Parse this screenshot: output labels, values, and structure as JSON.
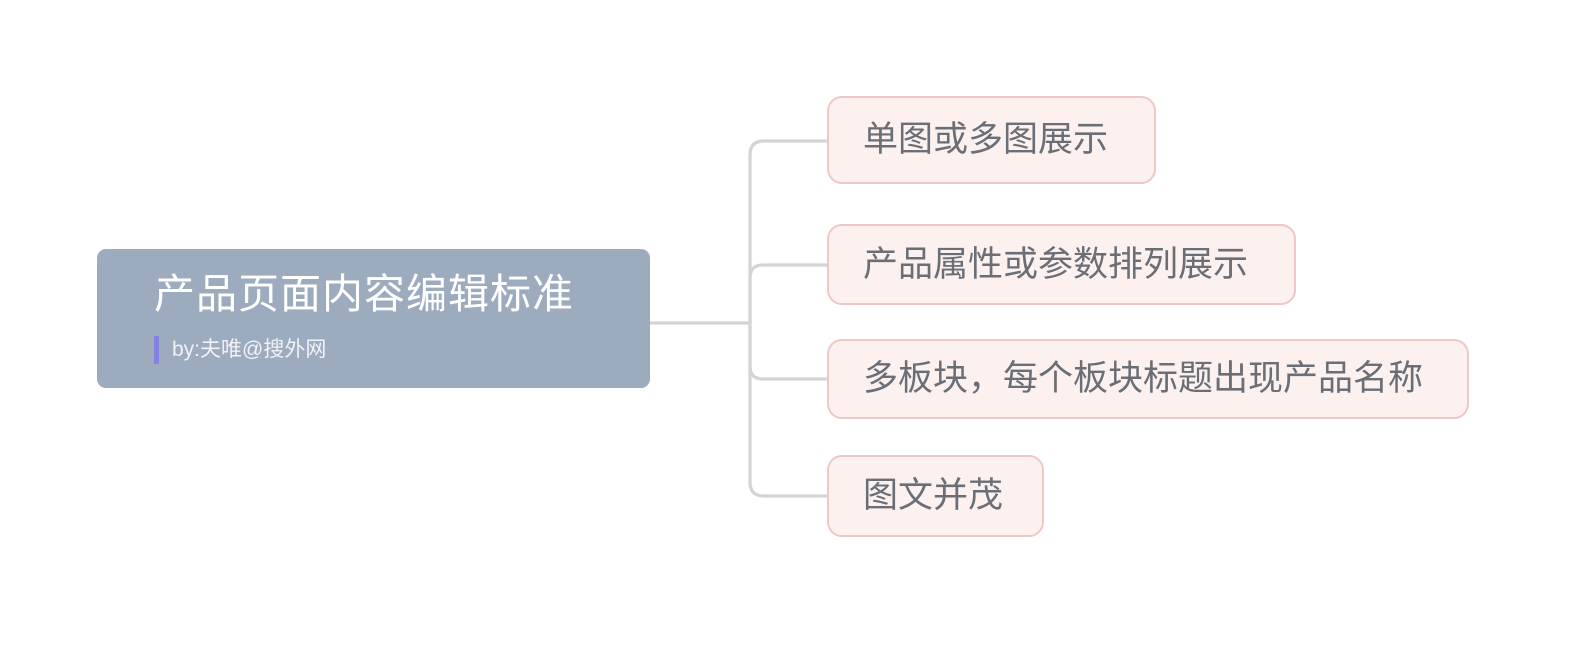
{
  "diagram": {
    "type": "mindmap",
    "title": "产品页面内容编辑标准",
    "background_color": "#ffffff",
    "connector_color": "#d4d4d4",
    "root": {
      "title": "产品页面内容编辑标准",
      "subtitle": "by:夫唯@搜外网",
      "fill_color": "#9dabbf",
      "title_color": "#ffffff",
      "subtitle_color": "#eff2f6",
      "accent_bar_color": "#8282e3"
    },
    "branches": [
      {
        "label": "单图或多图展示",
        "fill_color": "#fcf1ef",
        "border_color": "#eec7c7",
        "text_color": "#6a6e77"
      },
      {
        "label": "产品属性或参数排列展示",
        "fill_color": "#fcf1ef",
        "border_color": "#eec7c7",
        "text_color": "#6a6e77"
      },
      {
        "label": "多板块，每个板块标题出现产品名称",
        "fill_color": "#fcf1ef",
        "border_color": "#eec7c7",
        "text_color": "#6a6e77"
      },
      {
        "label": "图文并茂",
        "fill_color": "#fcf1ef",
        "border_color": "#eec7c7",
        "text_color": "#6a6e77"
      }
    ]
  }
}
